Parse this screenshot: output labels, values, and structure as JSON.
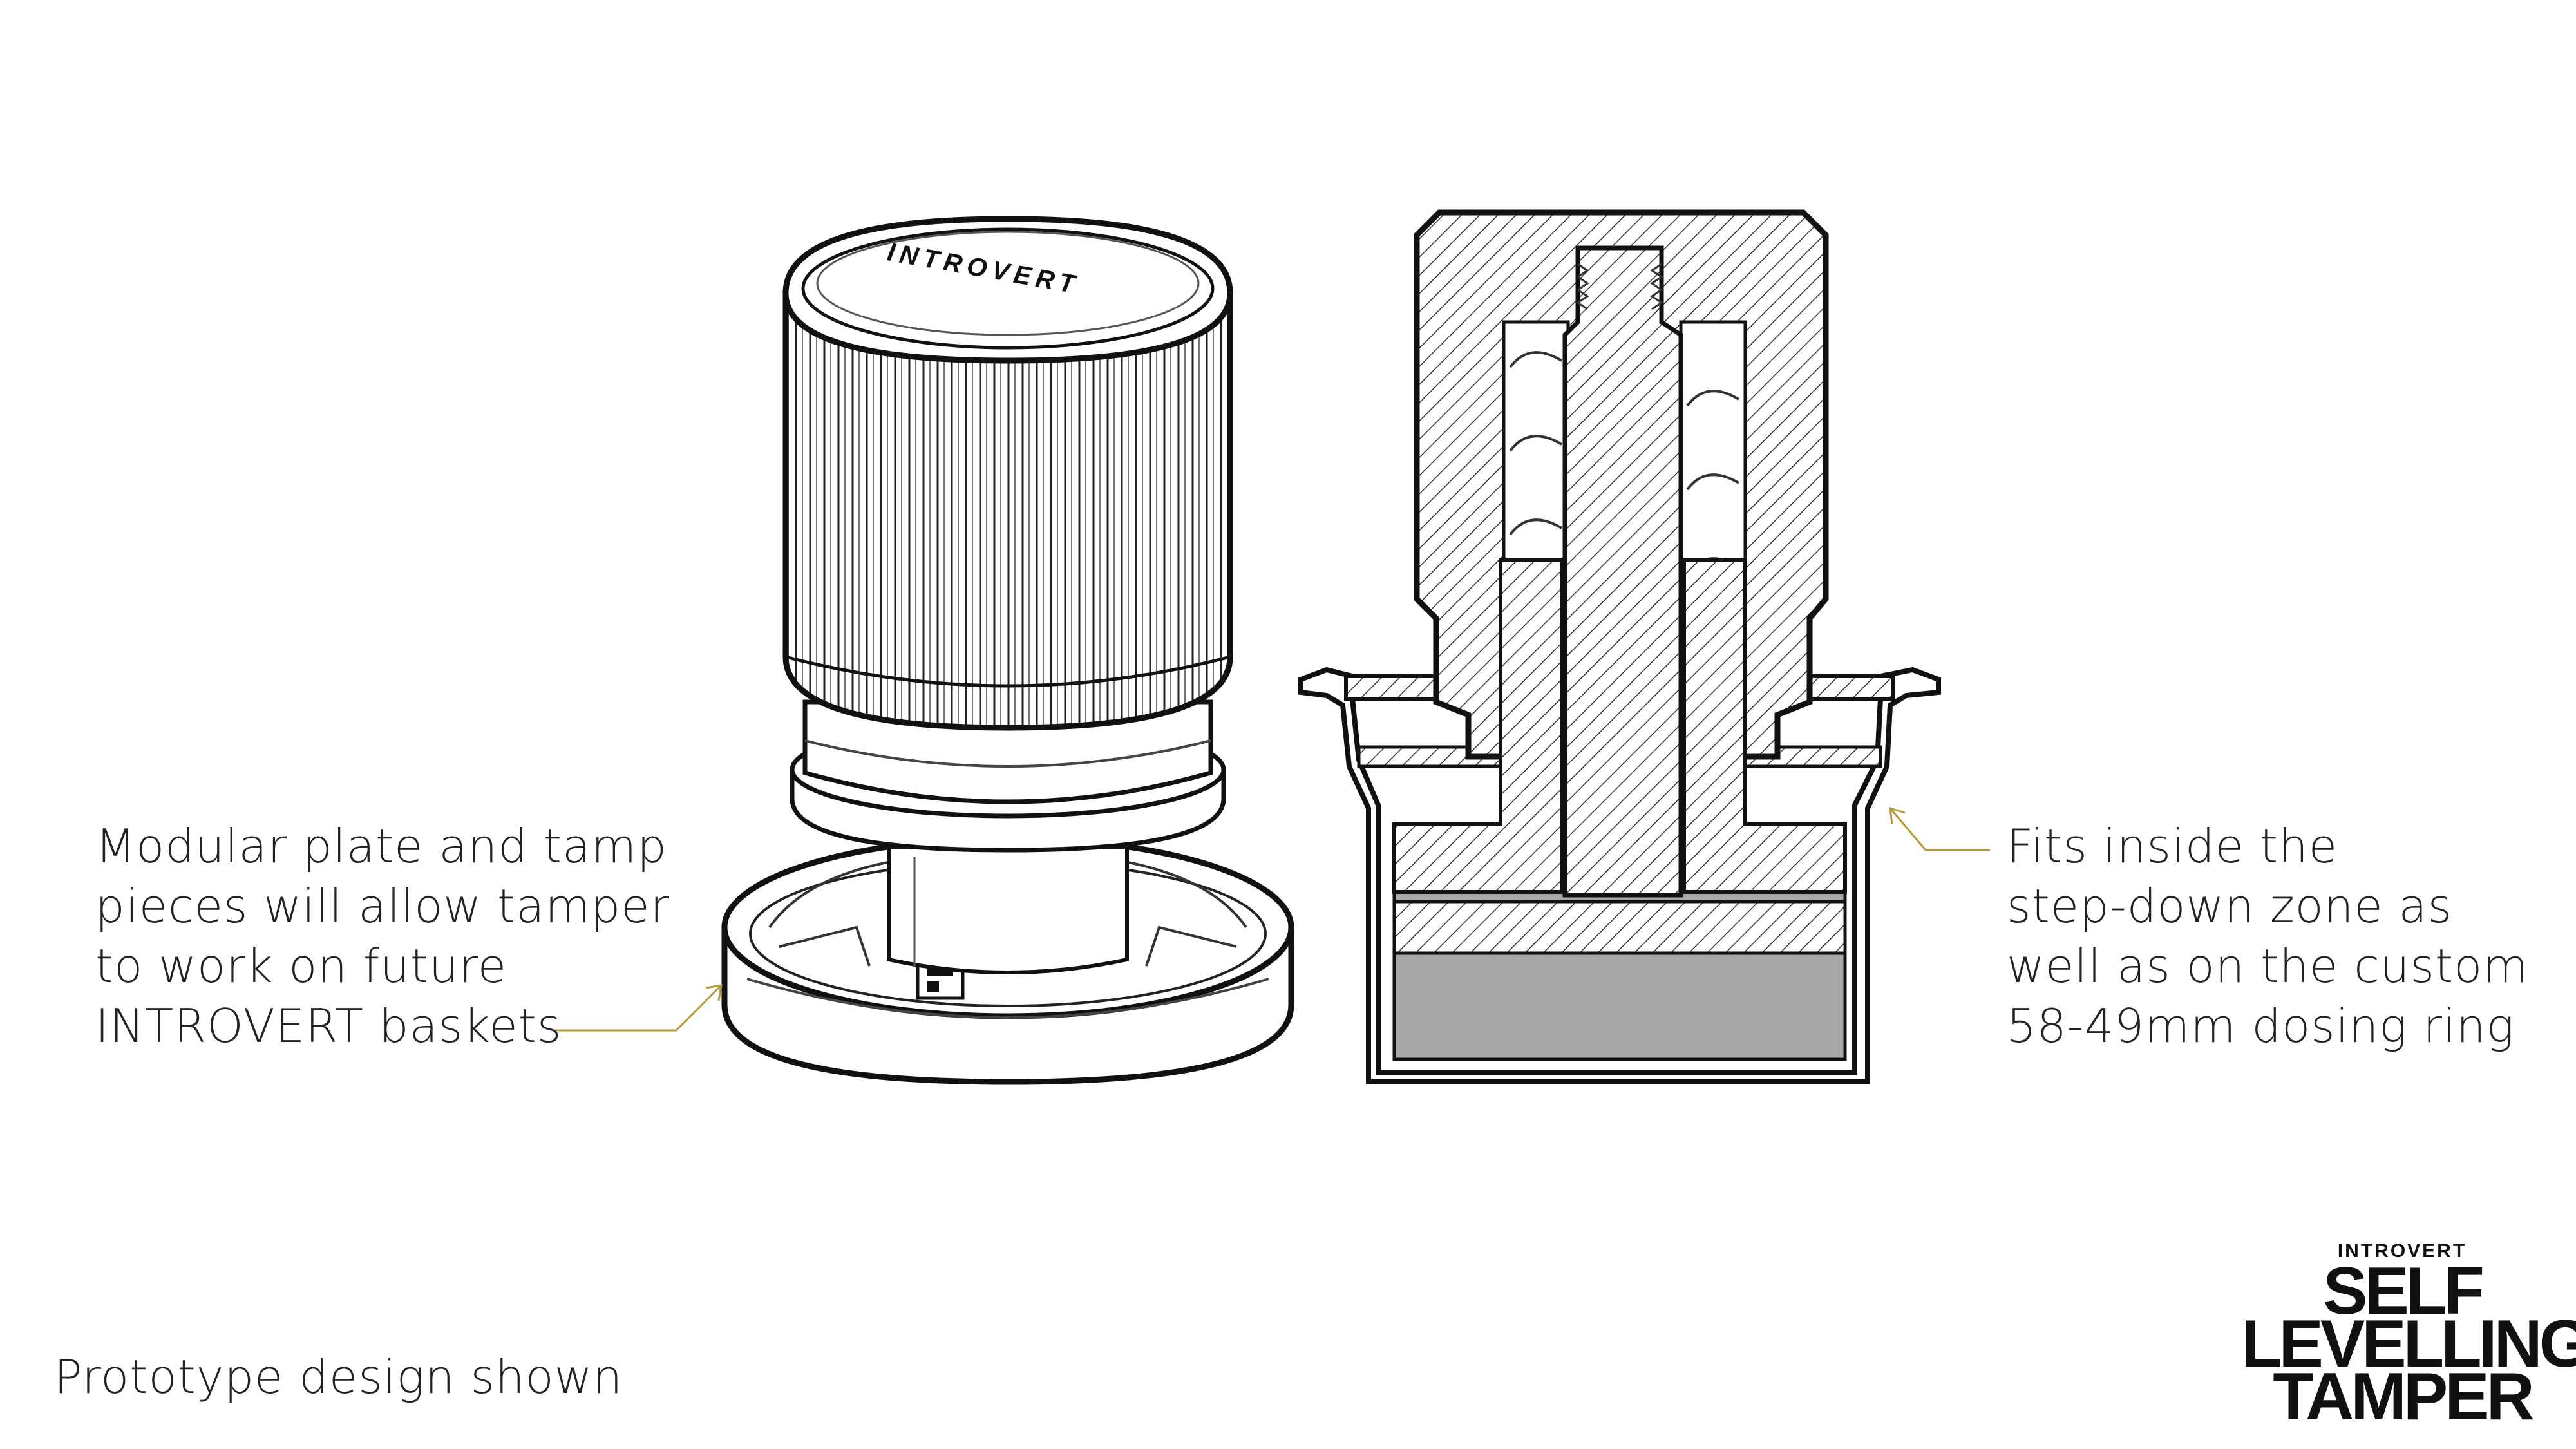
{
  "captions": {
    "left": [
      "Modular plate and tamp",
      "pieces will allow tamper",
      "to work on future",
      "INTROVERT baskets"
    ],
    "right": [
      "Fits inside the",
      "step-down zone as",
      "well as on the custom",
      "58-49mm dosing ring"
    ]
  },
  "footnote": "Prototype design shown",
  "brand": {
    "small": "INTROVERT",
    "lines": [
      "SELF",
      "LEVELLING",
      "TAMPER"
    ]
  },
  "tamper": {
    "cap_text": "INTROVERT"
  },
  "colors": {
    "leader_line": "#b49a3c",
    "section_fill": "#a8a8a8",
    "outline": "#111111"
  }
}
